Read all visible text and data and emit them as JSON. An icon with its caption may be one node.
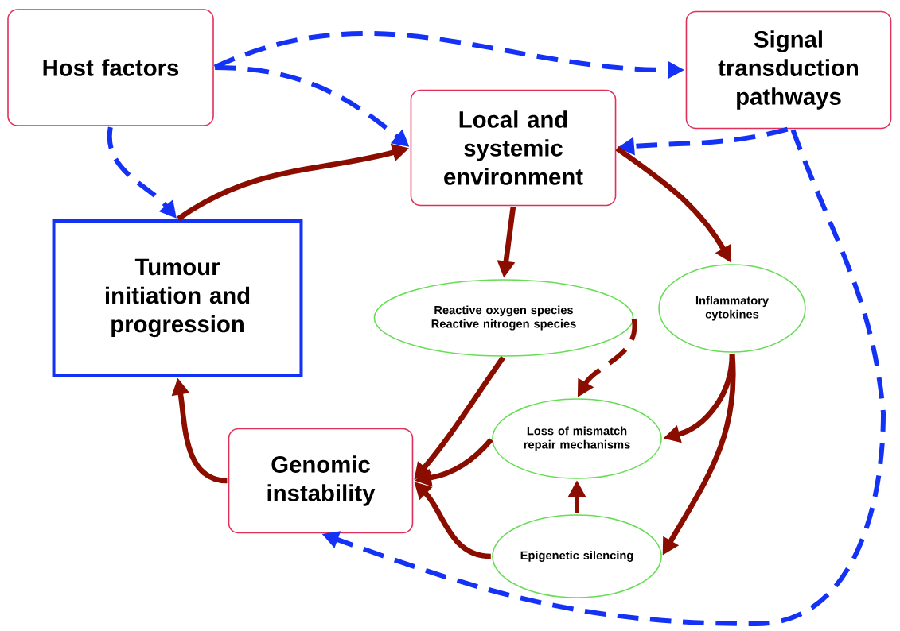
{
  "diagram": {
    "nodes": [
      {
        "text": [
          "Host factors"
        ]
      },
      {
        "text": [
          "Local and systemic environment"
        ]
      },
      {
        "text": [
          "Signal transduction pathways"
        ]
      },
      {
        "text": [
          "Tumour initiation and progression"
        ]
      },
      {
        "text": [
          "Reactive oxygen species",
          "Reactive nitrogen species"
        ]
      },
      {
        "text": [
          "Inflammatory cytokines"
        ]
      },
      {
        "text": [
          "Loss of mismatch repair mechanisms"
        ]
      },
      {
        "text": [
          "Genomic instability"
        ]
      },
      {
        "text": [
          "Epigenetic silencing"
        ]
      }
    ],
    "edges": [
      {
        "from": 0,
        "to": 2,
        "arrow": "to",
        "style": "dashed",
        "color": "#1432f5"
      },
      {
        "from": 0,
        "to": 1,
        "arrow": "to",
        "style": "dashed",
        "color": "#1432f5"
      },
      {
        "from": 0,
        "to": 3,
        "arrow": "to",
        "style": "dashed",
        "color": "#1432f5"
      },
      {
        "from": 3,
        "to": 1,
        "arrow": "to",
        "color": "#8b0d00"
      },
      {
        "from": 2,
        "to": 1,
        "arrow": "to",
        "style": "dashed",
        "color": "#1432f5"
      },
      {
        "from": 2,
        "to": 7,
        "arrow": "to",
        "style": "dashed",
        "color": "#1432f5"
      },
      {
        "from": 1,
        "to": 4,
        "arrow": "to",
        "color": "#8b0d00"
      },
      {
        "from": 1,
        "to": 5,
        "arrow": "to",
        "color": "#8b0d00"
      },
      {
        "from": 4,
        "to": 7,
        "arrow": "to",
        "color": "#8b0d00"
      },
      {
        "from": 4,
        "to": 6,
        "arrow": "to",
        "style": "dashed",
        "color": "#8b0d00"
      },
      {
        "from": 5,
        "to": 6,
        "arrow": "to",
        "color": "#8b0d00"
      },
      {
        "from": 5,
        "to": 8,
        "arrow": "to",
        "color": "#8b0d00"
      },
      {
        "from": 6,
        "to": 7,
        "arrow": "to",
        "color": "#8b0d00"
      },
      {
        "from": 8,
        "to": 6,
        "arrow": "to",
        "style": "dashed",
        "color": "#8b0d00"
      },
      {
        "from": 8,
        "to": 7,
        "arrow": "to",
        "color": "#8b0d00"
      },
      {
        "from": 7,
        "to": 3,
        "arrow": "to",
        "color": "#8b0d00"
      }
    ]
  }
}
